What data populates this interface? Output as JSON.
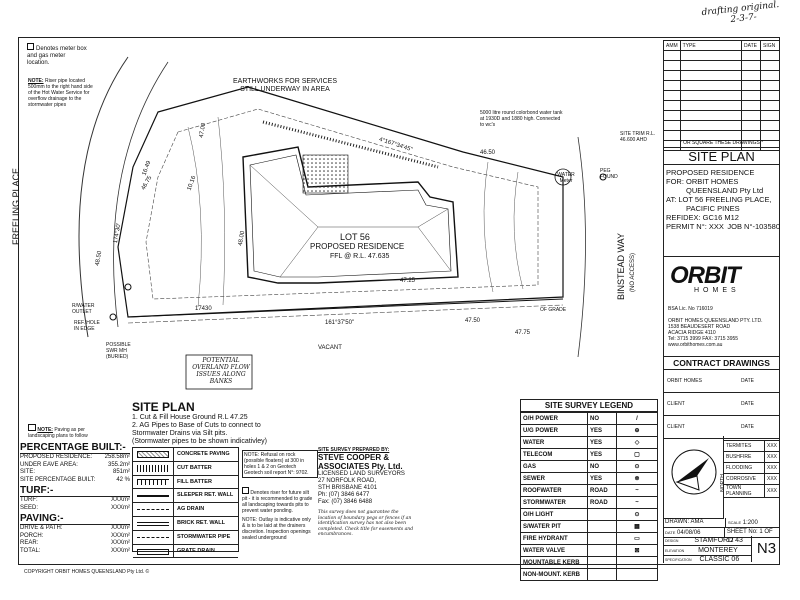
{
  "handwriting": {
    "line1": "drafting original.",
    "line2": "2-3-7-"
  },
  "notes": {
    "meter": "Denotes meter box and gas meter location.",
    "riser": "Riser pipe located 500mm to the right hand side of the Hot Water Service for overflow drainage to the stormwater pipes",
    "earthworks": "EARTHWORKS FOR SERVICES STILL UNDERWAY IN AREA",
    "water_tank": "5000 litre round colorbond water tank at 1930D and 1880 high. Connected to wc's",
    "overland": "POTENTIAL OVERLAND FLOW ISSUES ALONG BANKS",
    "paving": "Paving as per landscaping plans to follow",
    "refusal": "NOTE: Refusal on rock (possible floaters) at 300 in holes 1 & 2 on Geotech Geotech soil report N°: 9702.",
    "silt": "Denotes riser for future silt pit - it is recommended to grade all landscaping towards pits to prevent water ponding.",
    "outlay": "NOTE: Outlay is indicative only & is to be laid at the drainers discretion. Inspection openings sealed underground",
    "survey": "This survey does not guarantee the location of boundary pegs or fences if an identification survey has not also been completed. Check title for easements and encumbrances.",
    "copyright": "COPYRIGHT ORBIT HOMES QUEENSLAND Pty Ltd. ©"
  },
  "plan": {
    "lot": "LOT 56",
    "residence": "PROPOSED RESIDENCE",
    "ffl": "FFL @ R.L. 47.635",
    "street_left": "FREELING PLACE",
    "street_right": "BINSTEAD WAY",
    "no_access": "(NO ACCESS)",
    "vacant": "VACANT",
    "site_plan": "SITE PLAN",
    "bearing1": "16.49",
    "bearing2": "10.16",
    "dim1": "174°30'",
    "dim2": "48.50",
    "dim3": "48.00",
    "dim4": "47.75",
    "dim5": "47.50",
    "dim6": "47.25",
    "dim7": "47.00",
    "dim8": "46.75",
    "dim9": "46.50",
    "dim10": "17430",
    "bearing3": "4°167°34'45\"",
    "bearing4": "161°37'50\"",
    "site_trim": "SITE TRIM R.L. 46.600 AHD",
    "peg_found": "PEG FOUND",
    "rw_outlet": "R/WATER OUTLET",
    "rep_hole": "REF. HOLE IN EDGE",
    "rp_label": "POSSIBLE SWR MH (BURIED)",
    "water_meter": "WATER Meter",
    "of_grade": "OF GRADE"
  },
  "site_plan_notes": {
    "title": "SITE PLAN",
    "n1": "1. Cut & Fill House Ground  R.L 47.25",
    "n2": "2. AG Pipes to Base of Cuts to connect to Stormwater Drains via Silt pits.",
    "n3": "(Stormwater pipes to be shown indicativley)"
  },
  "percentage": {
    "title": "PERCENTAGE BUILT:-",
    "rows": [
      {
        "label": "PROPOSED RESIDENCE:",
        "value": "258.58m²"
      },
      {
        "label": "UNDER EAVE AREA:",
        "value": "355.2m²"
      },
      {
        "label": "SITE:",
        "value": "851m²"
      },
      {
        "label": "SITE PERCENTAGE BUILT:",
        "value": "42 %"
      }
    ],
    "turf_title": "TURF:-",
    "turf": [
      {
        "label": "TURF:",
        "value": "XXXm²"
      },
      {
        "label": "SEED:",
        "value": "XXXm²"
      }
    ],
    "paving_title": "PAVING:-",
    "paving": [
      {
        "label": "DRIVE & PATH:",
        "value": "XXXm²"
      },
      {
        "label": "PORCH:",
        "value": "XXXm²"
      },
      {
        "label": "REAR:",
        "value": "XXXm²"
      },
      {
        "label": "TOTAL:",
        "value": "XXXm²"
      }
    ]
  },
  "key": [
    "CONCRETE PAVING",
    "CUT BATTER",
    "FILL BATTER",
    "SLEEPER RET. WALL",
    "AG DRAIN",
    "BRICK RET. WALL",
    "STORMWATER PIPE",
    "GRATE DRAIN"
  ],
  "surveyor": {
    "title": "SITE SURVEY PREPARED BY:",
    "name1": "STEVE COOPER &",
    "name2": "ASSOCIATES Pty. Ltd.",
    "l1": "LICENSED LAND SURVEYORS",
    "l2": "27 NORFOLK ROAD,",
    "l3": "STH BRISBANE 4101",
    "l4": "Ph: (07) 3846 6477",
    "l5": "Fax: (07) 3846 6488"
  },
  "legend": {
    "title": "SITE SURVEY LEGEND",
    "rows": [
      {
        "item": "O/H POWER",
        "status": "NO",
        "sym": "/"
      },
      {
        "item": "U/G POWER",
        "status": "YES",
        "sym": "⊕"
      },
      {
        "item": "WATER",
        "status": "YES",
        "sym": "◇"
      },
      {
        "item": "TELECOM",
        "status": "YES",
        "sym": "▢"
      },
      {
        "item": "GAS",
        "status": "NO",
        "sym": "⊙"
      },
      {
        "item": "SEWER",
        "status": "YES",
        "sym": "⊗"
      },
      {
        "item": "ROOFWATER",
        "status": "ROAD",
        "sym": "~"
      },
      {
        "item": "STORMWATER",
        "status": "ROAD",
        "sym": "~"
      },
      {
        "item": "O/H LIGHT",
        "status": "",
        "sym": "⊙"
      },
      {
        "item": "S/WATER PIT",
        "status": "",
        "sym": "▦"
      },
      {
        "item": "FIRE HYDRANT",
        "status": "",
        "sym": "▭"
      },
      {
        "item": "WATER VALVE",
        "status": "",
        "sym": "⊠"
      },
      {
        "item": "MOUNTABLE KERB",
        "status": "",
        "sym": ""
      },
      {
        "item": "NON-MOUNT. KERB",
        "status": "",
        "sym": ""
      }
    ]
  },
  "amendments": {
    "headers": [
      "AMM",
      "TYPE",
      "DATE",
      "SIGN"
    ],
    "footer": "* OR SQUARE THESE DRAWINGS *"
  },
  "title_block": {
    "title": "SITE PLAN",
    "proposed": "PROPOSED RESIDENCE",
    "for_label": "FOR:",
    "client1": "ORBIT HOMES",
    "client2": "QUEENSLAND Pty Ltd",
    "at_label": "AT:",
    "addr1": "LOT 56 FREELING PLACE,",
    "addr2": "PACIFIC PINES",
    "refidex": "REFIDEX: GC16 M12",
    "permit": "PERMIT N°: XXX",
    "job": "JOB N°-103580"
  },
  "company": {
    "logo": "ORBIT",
    "logo_sub": "HOMES",
    "bsa": "BSA Lic. No 716019",
    "name": "ORBIT HOMES QUEENSLAND PTY. LTD.",
    "a1": "1538 BEAUDESERT ROAD",
    "a2": "ACACIA RIDGE  4110",
    "a3": "Tel: 3715 3999  FAX: 3715 3955",
    "a4": "www.orbithomes.com.au"
  },
  "contract": {
    "title": "CONTRACT DRAWINGS",
    "rows": [
      {
        "label": "ORBIT HOMES",
        "date": "DATE"
      },
      {
        "label": "CLIENT",
        "date": "DATE"
      },
      {
        "label": "CLIENT",
        "date": "DATE"
      }
    ]
  },
  "termite": [
    {
      "label": "TERMITES",
      "value": "XXX"
    },
    {
      "label": "BUSHFIRE",
      "value": "XXX"
    },
    {
      "label": "FLOODING",
      "value": "XXX"
    },
    {
      "label": "CORROSIVE",
      "value": "XXX"
    },
    {
      "label": "TOWN PLANNING",
      "value": "XXX"
    }
  ],
  "drawing": {
    "north": "NORTH",
    "drawn_label": "DRAWN:",
    "drawn": "AMA",
    "scale_label": "SCALE",
    "scale": "1:200",
    "date_label": "DATE",
    "date": "04/08/06",
    "sheet": "SHEET No: 1 OF 12",
    "design_label": "DESIGN",
    "design": "STAMFORD 43",
    "elev_label": "ELEVATION",
    "elevation": "MONTEREY",
    "spec_label": "SPECIFICATION",
    "spec": "CLASSIC 06",
    "code": "N3"
  }
}
